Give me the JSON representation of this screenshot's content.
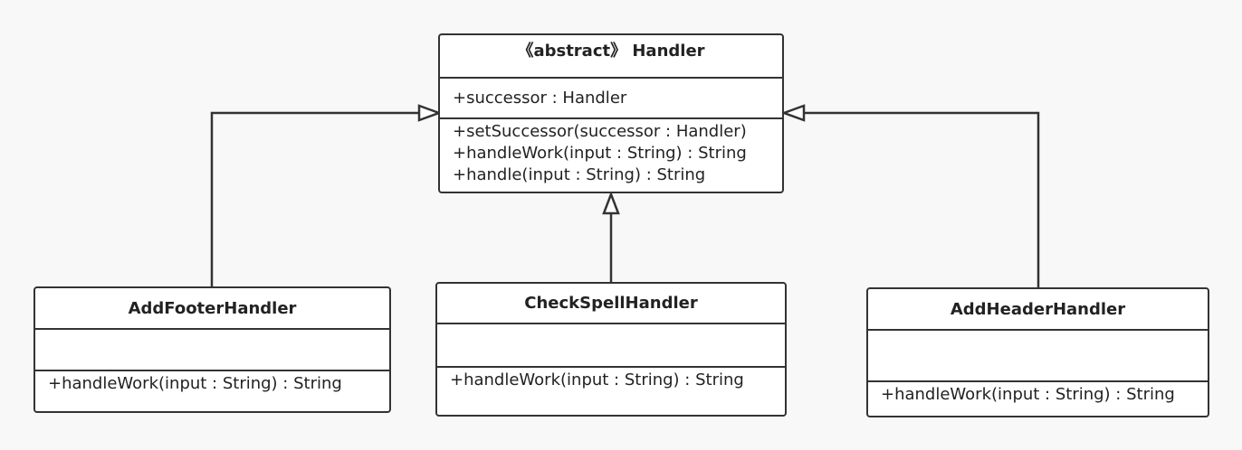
{
  "classes": {
    "handler": {
      "name": "《abstract》 Handler",
      "attributes": [
        "+successor : Handler"
      ],
      "operations": [
        "+setSuccessor(successor : Handler)",
        "+handleWork(input : String) : String",
        "+handle(input : String) : String"
      ]
    },
    "add_footer": {
      "name": "AddFooterHandler",
      "attributes": [],
      "operations": [
        "+handleWork(input : String) : String"
      ]
    },
    "check_spell": {
      "name": "CheckSpellHandler",
      "attributes": [],
      "operations": [
        "+handleWork(input : String) : String"
      ]
    },
    "add_header": {
      "name": "AddHeaderHandler",
      "attributes": [],
      "operations": [
        "+handleWork(input : String) : String"
      ]
    }
  },
  "relations": [
    {
      "type": "generalization",
      "from": "add_footer",
      "to": "handler"
    },
    {
      "type": "generalization",
      "from": "check_spell",
      "to": "handler"
    },
    {
      "type": "generalization",
      "from": "add_header",
      "to": "handler"
    }
  ],
  "colors": {
    "line": "#333333",
    "background": "#f8f8f8",
    "box": "#ffffff"
  }
}
